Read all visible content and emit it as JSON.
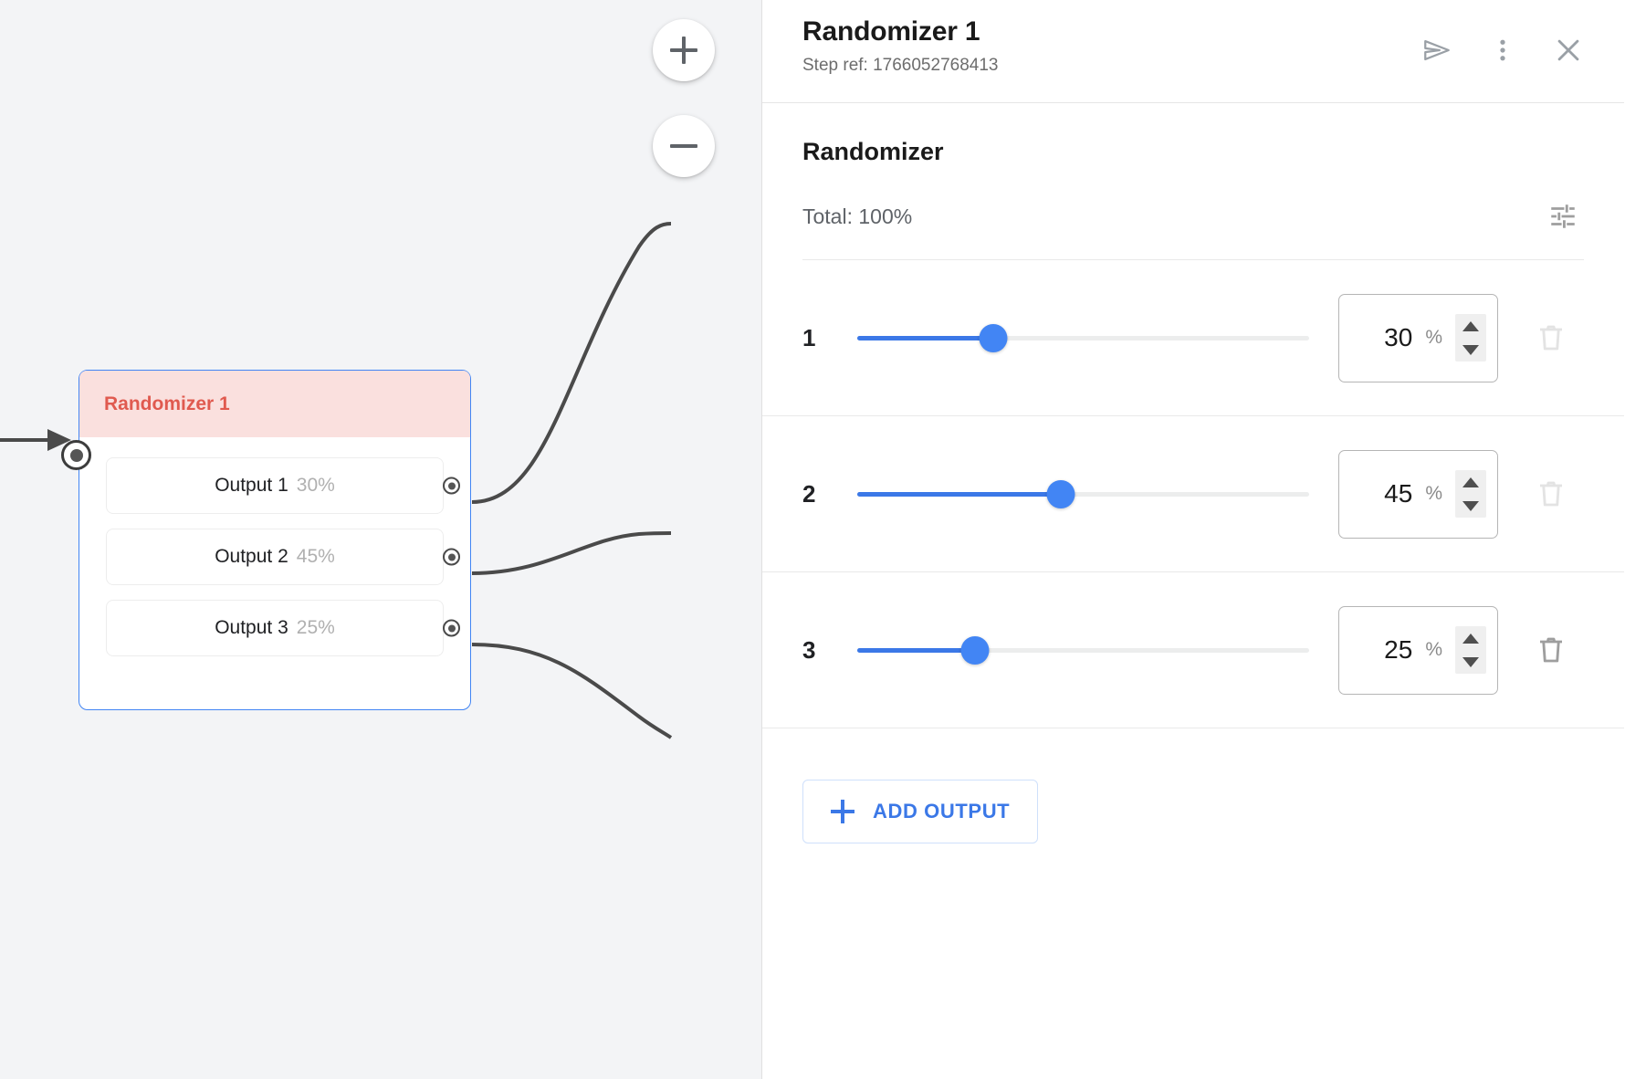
{
  "canvas": {
    "zoom_in_label": "+",
    "zoom_out_label": "−",
    "node": {
      "title": "Randomizer 1",
      "outputs": [
        {
          "label": "Output 1",
          "percent": "30%"
        },
        {
          "label": "Output 2",
          "percent": "45%"
        },
        {
          "label": "Output 3",
          "percent": "25%"
        }
      ]
    }
  },
  "panel": {
    "title": "Randomizer 1",
    "subtitle": "Step ref: 1766052768413",
    "actions": [
      {
        "name": "send-icon"
      },
      {
        "name": "more-vert-icon"
      },
      {
        "name": "close-icon"
      }
    ],
    "section": {
      "heading": "Randomizer",
      "total": "Total: 100%",
      "settings_icon": "tune-icon"
    },
    "rows": [
      {
        "index": "1",
        "value": "30",
        "suffix": "%",
        "percent": 30,
        "deletable": false
      },
      {
        "index": "2",
        "value": "45",
        "suffix": "%",
        "percent": 45,
        "deletable": false
      },
      {
        "index": "3",
        "value": "25",
        "suffix": "%",
        "percent": 25,
        "deletable": true
      }
    ],
    "add_output_label": "ADD OUTPUT"
  },
  "colors": {
    "accent_blue": "#4285f4",
    "node_header_bg": "#fae0de",
    "node_title": "#e05a4f",
    "canvas_bg": "#f3f4f6"
  }
}
